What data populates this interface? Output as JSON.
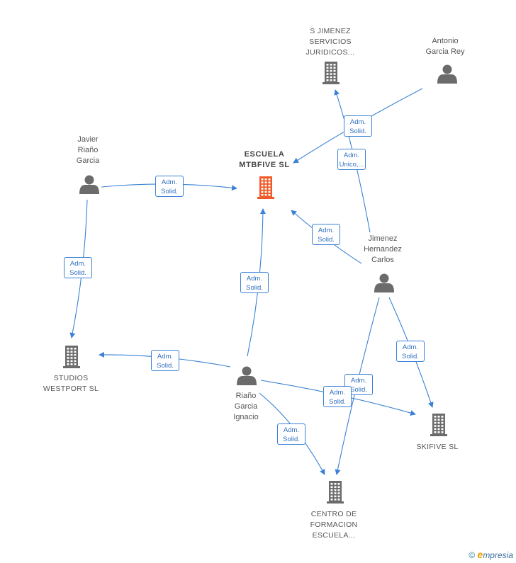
{
  "nodes": [
    {
      "id": "escuela",
      "type": "company",
      "main": true,
      "lines": [
        "ESCUELA",
        "MTBFIVE  SL"
      ]
    },
    {
      "id": "sjimenez",
      "type": "company",
      "lines": [
        "S JIMENEZ",
        "SERVICIOS",
        "JURIDICOS..."
      ]
    },
    {
      "id": "antonio",
      "type": "person",
      "lines": [
        "Antonio",
        "Garcia Rey"
      ]
    },
    {
      "id": "javier",
      "type": "person",
      "lines": [
        "Javier",
        "Riaño",
        "Garcia"
      ]
    },
    {
      "id": "jimenez",
      "type": "person",
      "lines": [
        "Jimenez",
        "Hernandez",
        "Carlos"
      ]
    },
    {
      "id": "studios",
      "type": "company",
      "lines": [
        "STUDIOS",
        "WESTPORT SL"
      ]
    },
    {
      "id": "riano",
      "type": "person",
      "lines": [
        "Riaño",
        "Garcia",
        "Ignacio"
      ]
    },
    {
      "id": "skifive",
      "type": "company",
      "lines": [
        "SKIFIVE  SL"
      ]
    },
    {
      "id": "centro",
      "type": "company",
      "lines": [
        "CENTRO DE",
        "FORMACION",
        "ESCUELA..."
      ]
    }
  ],
  "edges": [
    {
      "id": "antonio-escuela",
      "lines": [
        "Adm.",
        "Solid."
      ]
    },
    {
      "id": "jimenez-sjimenez",
      "lines": [
        "Adm.",
        "Unico,..."
      ]
    },
    {
      "id": "javier-escuela",
      "lines": [
        "Adm.",
        "Solid."
      ]
    },
    {
      "id": "jimenez-escuela",
      "lines": [
        "Adm.",
        "Solid."
      ]
    },
    {
      "id": "javier-studios",
      "lines": [
        "Adm.",
        "Solid."
      ]
    },
    {
      "id": "riano-escuela",
      "lines": [
        "Adm.",
        "Solid."
      ]
    },
    {
      "id": "riano-studios",
      "lines": [
        "Adm.",
        "Solid."
      ]
    },
    {
      "id": "jimenez-skifive",
      "lines": [
        "Adm.",
        "Solid."
      ]
    },
    {
      "id": "jimenez-centro",
      "lines": [
        "Adm.",
        "Solid."
      ]
    },
    {
      "id": "riano-skifive",
      "lines": [
        "Adm.",
        "Solid."
      ]
    },
    {
      "id": "riano-centro",
      "lines": [
        "Adm.",
        "Solid."
      ]
    }
  ],
  "colors": {
    "edge": "#3b82d6",
    "icon": "#6b6b6b",
    "main_icon": "#f05a28"
  },
  "footer": {
    "copyright": "©",
    "brand_e": "e",
    "brand_rest": "mpresia"
  }
}
